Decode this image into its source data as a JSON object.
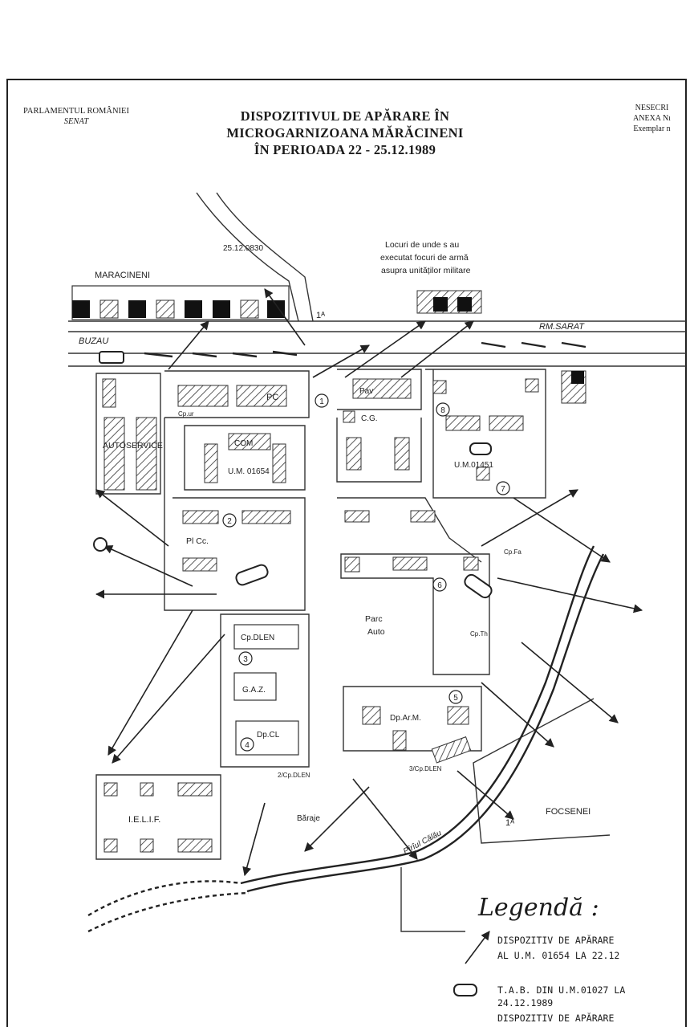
{
  "header": {
    "left": {
      "line1": "PARLAMENTUL ROMÂNIEI",
      "line2": "SENAT"
    },
    "title": {
      "line1": "DISPOZITIVUL DE APĂRARE ÎN",
      "line2": "MICROGARNIZOANA MĂRĂCINENI",
      "line3": "ÎN PERIOADA 22 - 25.12.1989"
    },
    "right": {
      "line1": "NESECRI",
      "line2": "ANEXA Nı",
      "line3": "Exemplar n"
    }
  },
  "map": {
    "labels": {
      "village": "MARACINENI",
      "west_road": "BUZAU",
      "east_road": "RM.SARAT",
      "date_time": "25.12.0830",
      "fire_note_1": "Locuri de unde s au",
      "fire_note_2": "executat focuri de armă",
      "fire_note_3": "asupra unităților militare",
      "pc": "PC",
      "pav": "Pav",
      "cg": "C.G.",
      "cp_ur": "Cp.ur",
      "autoservice": "AUTOSERVICE",
      "com": "COM",
      "um_01654": "U.M. 01654",
      "um_01451": "U.M.01451",
      "pl_cc": "Pl Cc.",
      "parc_auto_1": "Parc",
      "parc_auto_2": "Auto",
      "cp_dlen": "Cp.DLEN",
      "gaz": "G.A.Z.",
      "dp_cl": "Dp.CL",
      "dp_ar_m": "Dp.Ar.M.",
      "cp_fa": "Cp.Fa",
      "cp_th": "Cp.Th",
      "cp_dlen_2": "2/Cp.DLEN",
      "cp_dlen_3": "3/Cp.DLEN",
      "ielif": "I.E.L.I.F.",
      "baraje": "Băraje",
      "paraul": "Pîrîul Călău",
      "focsenei": "FOCSENEI",
      "marker_1": "1",
      "marker_2": "2",
      "marker_3": "3",
      "marker_4": "4",
      "marker_5": "5",
      "marker_6": "6",
      "marker_7": "7",
      "marker_8": "8",
      "north_a": "1ᴬ",
      "north_b": "1ᴬ"
    }
  },
  "legend": {
    "title": "Legendă :",
    "item1_line1": "DISPOZITIV DE APĂRARE",
    "item1_line2": "AL U.M. 01654 LA 22.12",
    "item2_line1": "T.A.B. DIN U.M.01027 LA",
    "item2_line2": "24.12.1989",
    "item3_line1": "DISPOZITIV DE APĂRARE"
  }
}
